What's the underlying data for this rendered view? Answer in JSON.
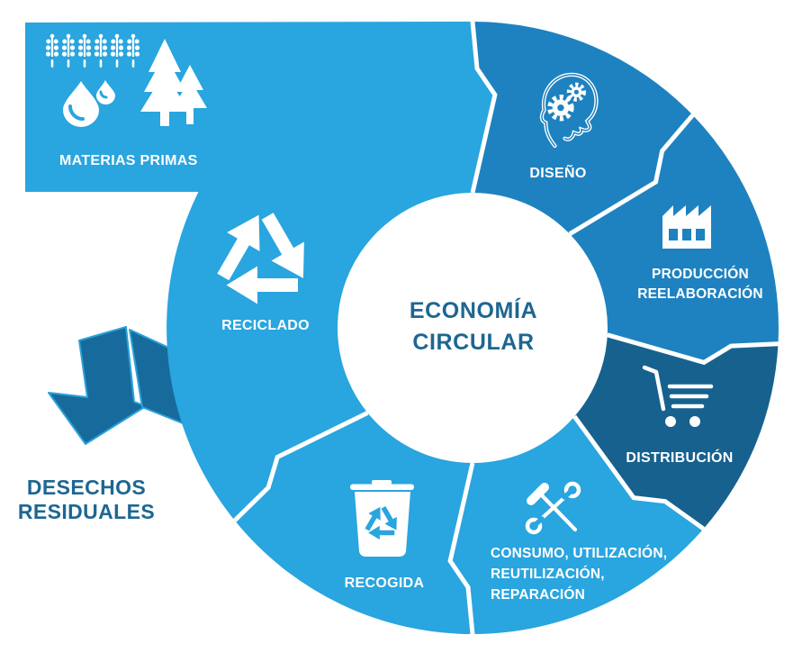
{
  "diagram": {
    "center_title": {
      "lines": [
        "ECONOMÍA",
        "CIRCULAR"
      ]
    },
    "steps": [
      {
        "id": "materias-primas",
        "label_lines": [
          "MATERIAS PRIMAS"
        ],
        "icons": [
          "wheat-icon",
          "water-drops-icon",
          "pine-trees-icon"
        ]
      },
      {
        "id": "diseno",
        "label_lines": [
          "DISEÑO"
        ],
        "icons": [
          "head-gears-icon"
        ]
      },
      {
        "id": "produccion-reelaboracion",
        "label_lines": [
          "PRODUCCIÓN",
          "REELABORACIÓN"
        ],
        "icons": [
          "factory-icon"
        ]
      },
      {
        "id": "distribucion",
        "label_lines": [
          "DISTRIBUCIÓN"
        ],
        "icons": [
          "shopping-cart-icon"
        ]
      },
      {
        "id": "consumo",
        "label_lines": [
          "CONSUMO, UTILIZACIÓN,",
          "REUTILIZACIÓN,",
          "REPARACIÓN"
        ],
        "icons": [
          "hammer-wrench-icon"
        ]
      },
      {
        "id": "recogida",
        "label_lines": [
          "RECOGIDA"
        ],
        "icons": [
          "trash-recycle-icon"
        ]
      },
      {
        "id": "reciclado",
        "label_lines": [
          "RECICLADO"
        ],
        "icons": [
          "recycle-arrows-icon"
        ]
      }
    ],
    "outflow": {
      "label_lines": [
        "DESECHOS",
        "RESIDUALES"
      ],
      "icon": "waste-arrow-icon"
    }
  },
  "colors": {
    "background": "#ffffff",
    "light_blue": "#29a5df",
    "medium_blue": "#1e82c0",
    "dark_blue": "#17618e",
    "arrow_blue": "#176b9c",
    "title_text": "#1d6791",
    "label_text": "#ffffff",
    "separator": "#ffffff"
  }
}
